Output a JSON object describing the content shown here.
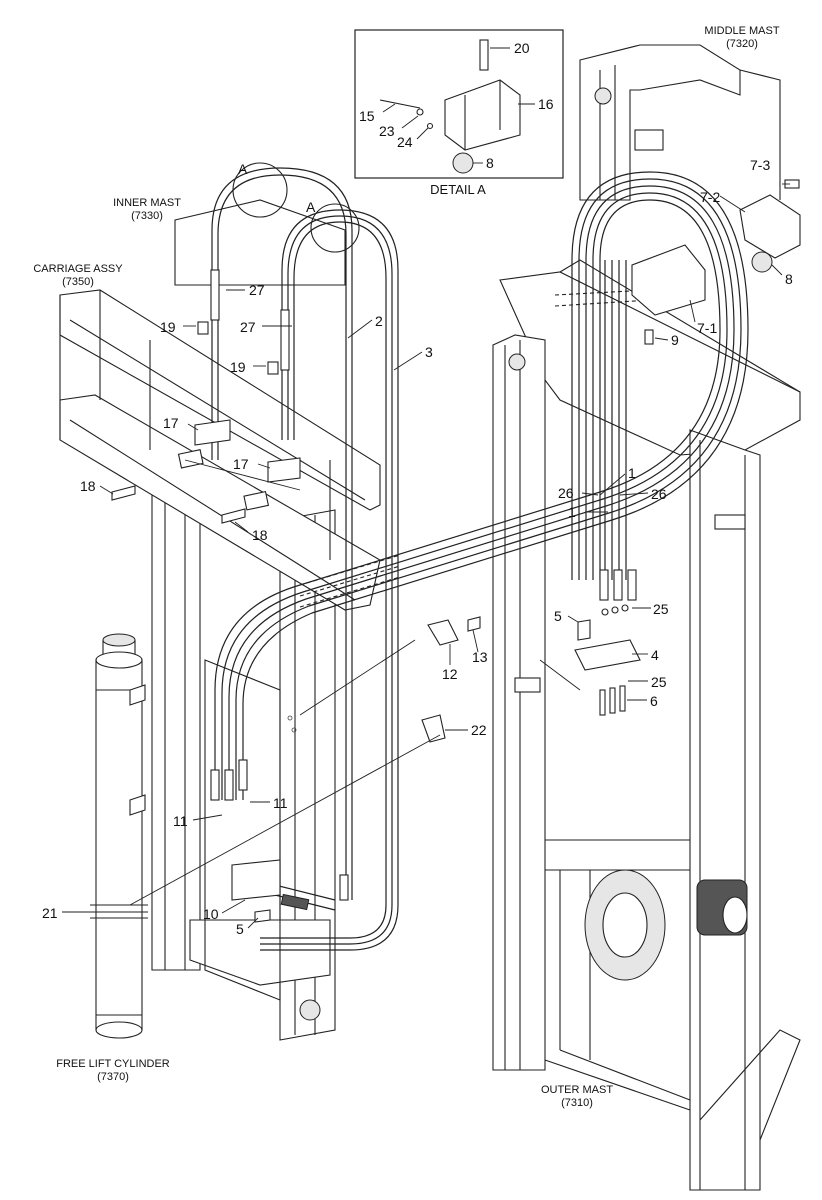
{
  "detail": {
    "title": "DETAIL A"
  },
  "assemblies": {
    "middle_mast": {
      "name": "MIDDLE MAST",
      "code": "(7320)"
    },
    "inner_mast": {
      "name": "INNER MAST",
      "code": "(7330)"
    },
    "carriage": {
      "name": "CARRIAGE ASSY",
      "code": "(7350)"
    },
    "free_lift_cylinder": {
      "name": "FREE LIFT CYLINDER",
      "code": "(7370)"
    },
    "outer_mast": {
      "name": "OUTER MAST",
      "code": "(7310)"
    }
  },
  "callouts": {
    "a1": "A",
    "a2": "A",
    "p20": "20",
    "p16": "16",
    "p15": "15",
    "p23": "23",
    "p24": "24",
    "p8_detail": "8",
    "p7_3": "7-3",
    "p7_2": "7-2",
    "p8": "8",
    "p7_1": "7-1",
    "p9": "9",
    "p27_a": "27",
    "p27_b": "27",
    "p2": "2",
    "p3": "3",
    "p19_a": "19",
    "p19_b": "19",
    "p17_a": "17",
    "p17_b": "17",
    "p18_a": "18",
    "p18_b": "18",
    "p1_a": "1",
    "p26_a": "26",
    "p26_b": "26",
    "p1_b": "1",
    "p5_a": "5",
    "p25_a": "25",
    "p4": "4",
    "p25_b": "25",
    "p6": "6",
    "p12": "12",
    "p13": "13",
    "p22": "22",
    "p11_a": "11",
    "p11_b": "11",
    "p21": "21",
    "p10": "10",
    "p5_b": "5"
  }
}
